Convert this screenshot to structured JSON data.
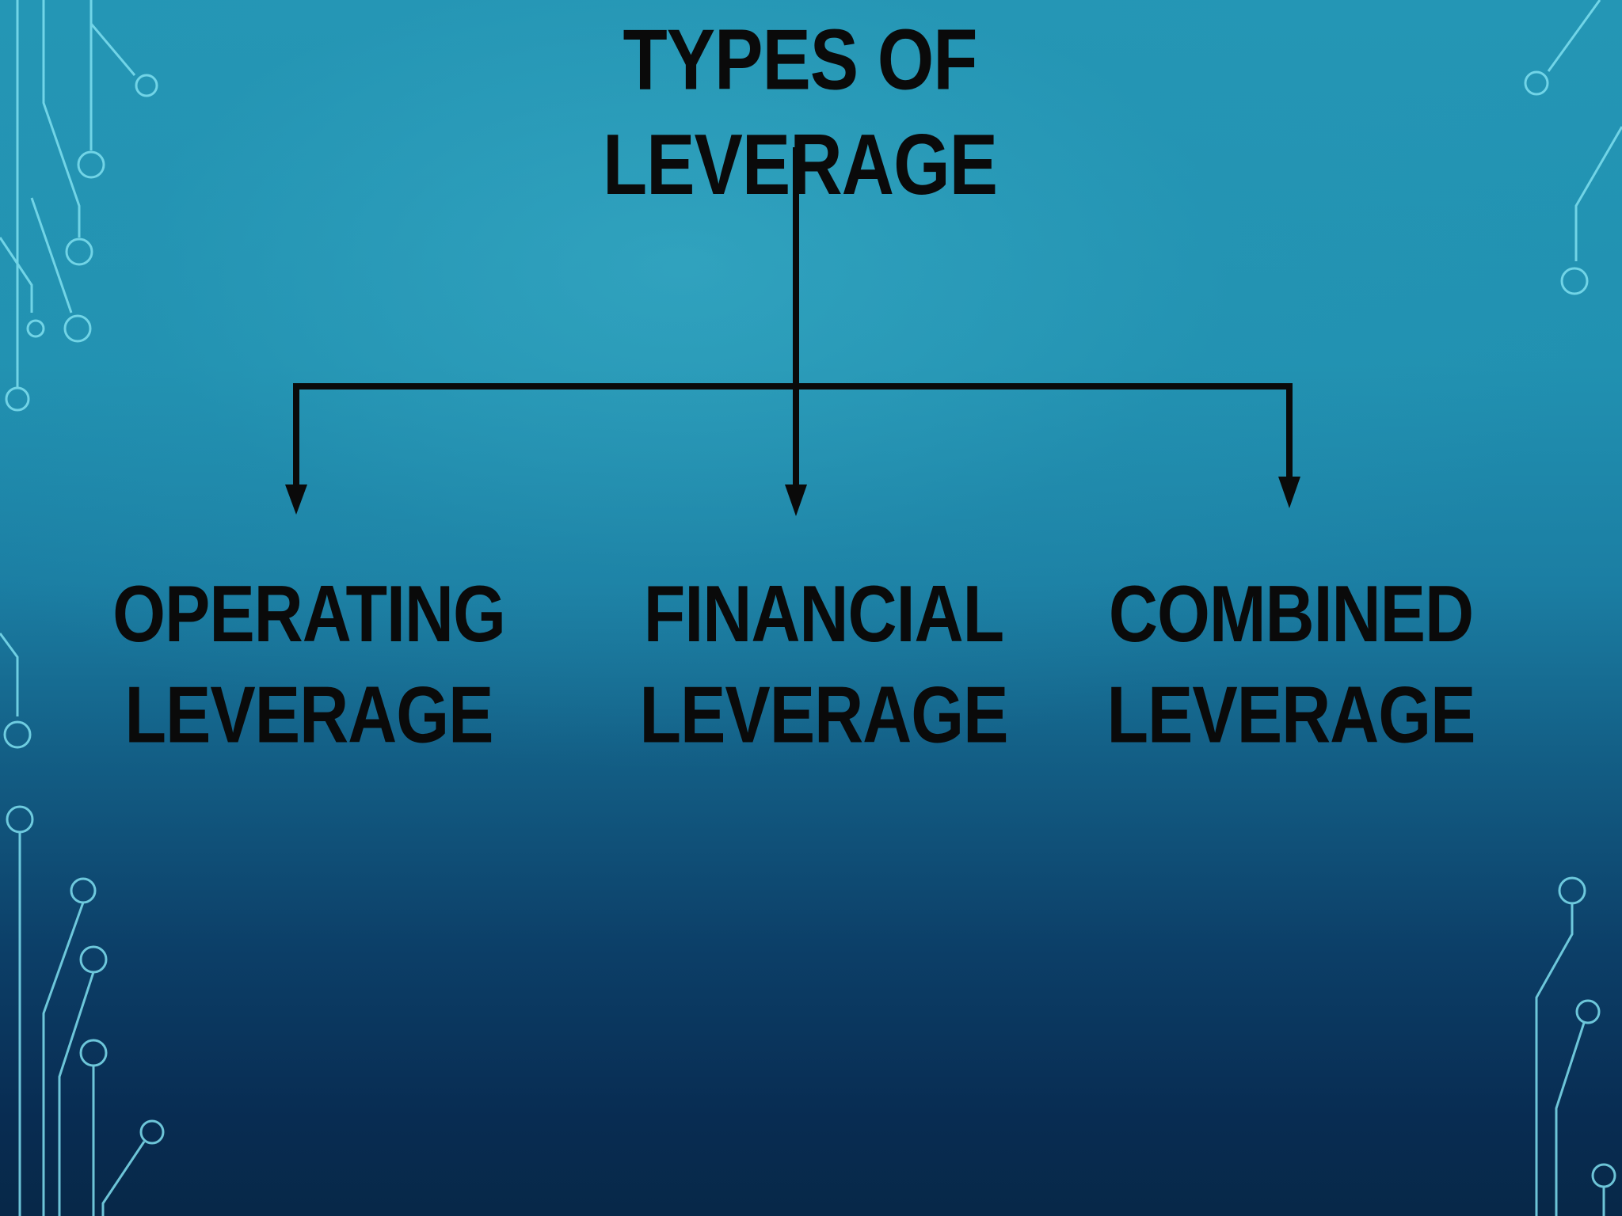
{
  "root": {
    "line1": "TYPES OF",
    "line2": "LEVERAGE"
  },
  "children": [
    {
      "line1": "OPERATING",
      "line2": "LEVERAGE"
    },
    {
      "line1": "FINANCIAL",
      "line2": "LEVERAGE"
    },
    {
      "line1": "COMBINED",
      "line2": "LEVERAGE"
    }
  ],
  "colors": {
    "background_top": "#2496b5",
    "background_bottom": "#072848",
    "text": "#0a0a0a",
    "connector": "#0a0a0a",
    "circuit_decor": "#7fe0f0"
  },
  "decoration": "circuit-board-lines"
}
